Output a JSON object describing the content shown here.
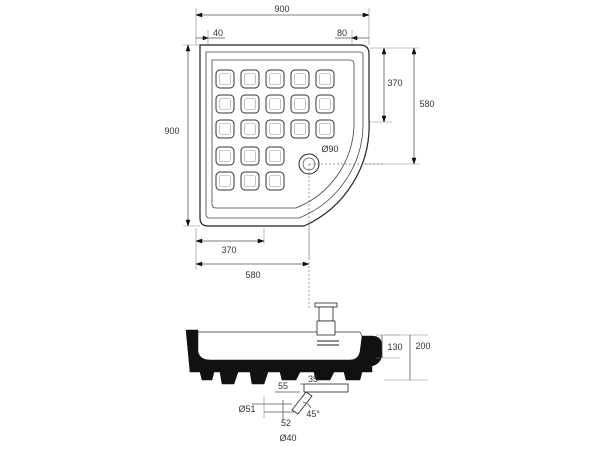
{
  "plan": {
    "dim_top_total": "900",
    "dim_top_left": "40",
    "dim_top_right": "80",
    "dim_right_small": "370",
    "dim_right_large": "580",
    "dim_left_total": "900",
    "dim_bottom_small": "370",
    "dim_bottom_large": "580",
    "drain_label": "Ø90",
    "anti_slip_rows": [
      5,
      5,
      5,
      3,
      3
    ]
  },
  "section": {
    "dim_130": "130",
    "dim_200": "200",
    "dim_35": "35",
    "dim_55": "55",
    "dim_52": "52",
    "dim_d51": "Ø51",
    "dim_d40": "Ø40",
    "angle": "45°"
  }
}
